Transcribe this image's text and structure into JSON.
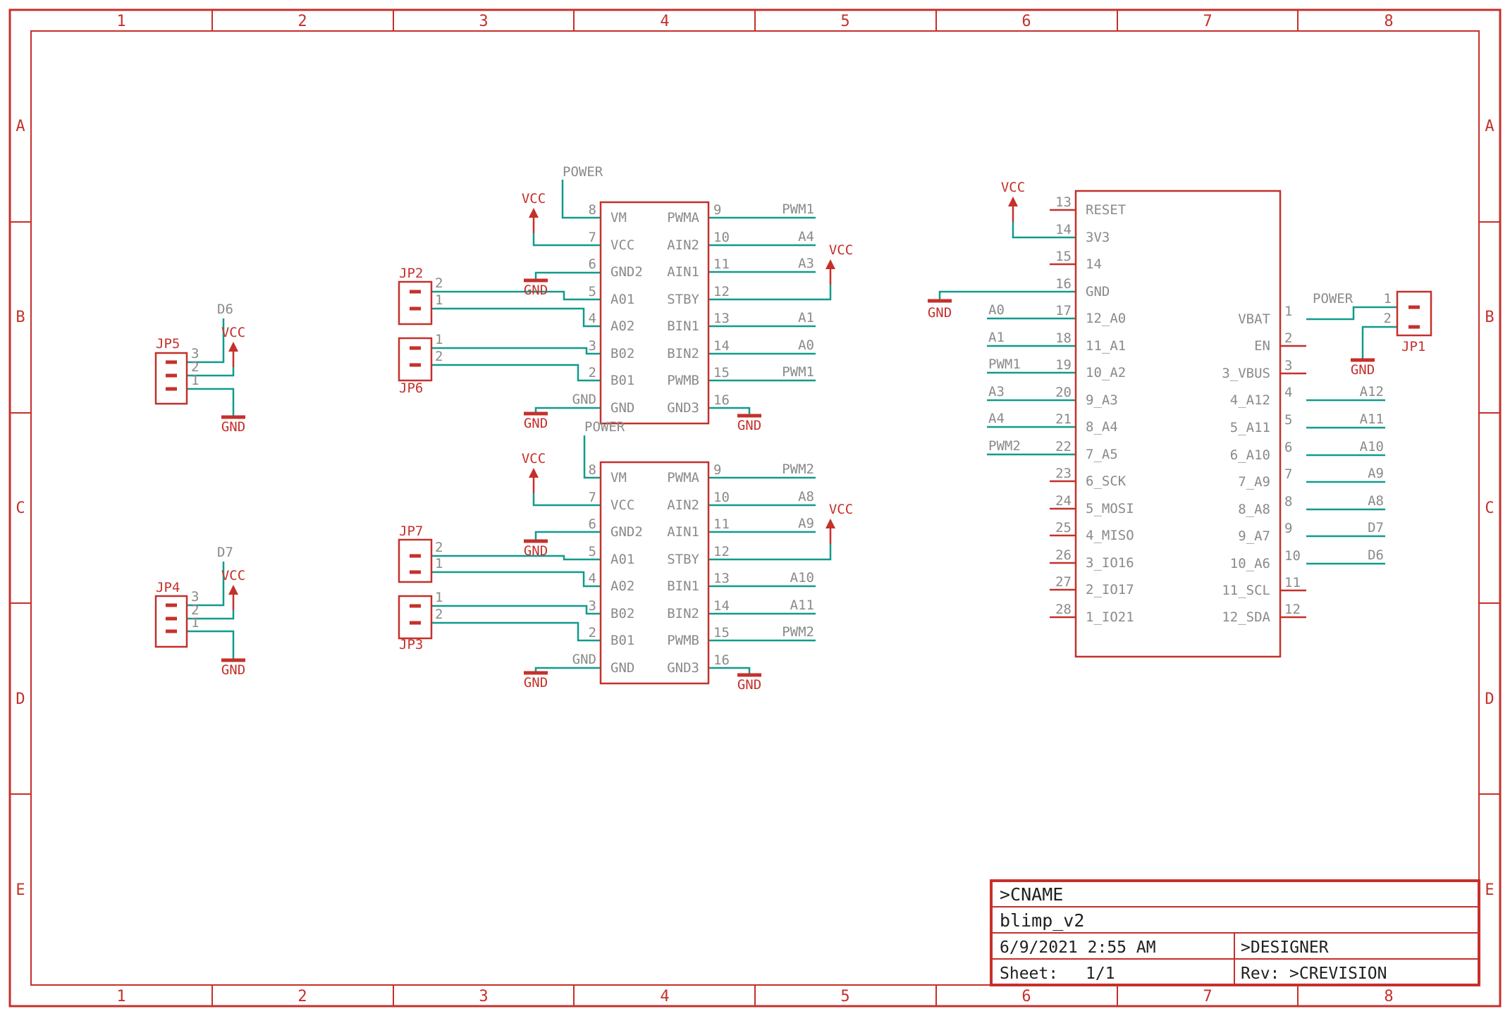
{
  "frame": {
    "columns": [
      "1",
      "2",
      "3",
      "4",
      "5",
      "6",
      "7",
      "8"
    ],
    "rows": [
      "A",
      "B",
      "C",
      "D",
      "E"
    ]
  },
  "supply": {
    "vcc": "VCC",
    "gnd": "GND",
    "power": "POWER"
  },
  "driver1": {
    "left_pins": [
      {
        "number": "8",
        "name": "VM"
      },
      {
        "number": "7",
        "name": "VCC"
      },
      {
        "number": "6",
        "name": "GND2"
      },
      {
        "number": "5",
        "name": "A01"
      },
      {
        "number": "4",
        "name": "A02"
      },
      {
        "number": "3",
        "name": "B02"
      },
      {
        "number": "2",
        "name": "B01"
      },
      {
        "number": "",
        "name": "GND"
      }
    ],
    "gnd_net_label": "GND",
    "right_pins": [
      {
        "number": "9",
        "name": "PWMA",
        "net": "PWM1"
      },
      {
        "number": "10",
        "name": "AIN2",
        "net": "A4"
      },
      {
        "number": "11",
        "name": "AIN1",
        "net": "A3"
      },
      {
        "number": "12",
        "name": "STBY",
        "net": ""
      },
      {
        "number": "13",
        "name": "BIN1",
        "net": "A1"
      },
      {
        "number": "14",
        "name": "BIN2",
        "net": "A0"
      },
      {
        "number": "15",
        "name": "PWMB",
        "net": "PWM1"
      },
      {
        "number": "16",
        "name": "GND3",
        "net": ""
      }
    ]
  },
  "driver2": {
    "left_pins": [
      {
        "number": "8",
        "name": "VM"
      },
      {
        "number": "7",
        "name": "VCC"
      },
      {
        "number": "6",
        "name": "GND2"
      },
      {
        "number": "5",
        "name": "A01"
      },
      {
        "number": "4",
        "name": "A02"
      },
      {
        "number": "3",
        "name": "B02"
      },
      {
        "number": "2",
        "name": "B01"
      },
      {
        "number": "",
        "name": "GND"
      }
    ],
    "gnd_net_label": "GND",
    "right_pins": [
      {
        "number": "9",
        "name": "PWMA",
        "net": "PWM2"
      },
      {
        "number": "10",
        "name": "AIN2",
        "net": "A8"
      },
      {
        "number": "11",
        "name": "AIN1",
        "net": "A9"
      },
      {
        "number": "12",
        "name": "STBY",
        "net": ""
      },
      {
        "number": "13",
        "name": "BIN1",
        "net": "A10"
      },
      {
        "number": "14",
        "name": "BIN2",
        "net": "A11"
      },
      {
        "number": "15",
        "name": "PWMB",
        "net": "PWM2"
      },
      {
        "number": "16",
        "name": "GND3",
        "net": ""
      }
    ]
  },
  "mcu": {
    "left_pins": [
      {
        "number": "13",
        "name": "RESET",
        "net": ""
      },
      {
        "number": "14",
        "name": "3V3",
        "net": ""
      },
      {
        "number": "15",
        "name": "14",
        "net": ""
      },
      {
        "number": "16",
        "name": "GND",
        "net": ""
      },
      {
        "number": "17",
        "name": "12_A0",
        "net": "A0"
      },
      {
        "number": "18",
        "name": "11_A1",
        "net": "A1"
      },
      {
        "number": "19",
        "name": "10_A2",
        "net": "PWM1"
      },
      {
        "number": "20",
        "name": "9_A3",
        "net": "A3"
      },
      {
        "number": "21",
        "name": "8_A4",
        "net": "A4"
      },
      {
        "number": "22",
        "name": "7_A5",
        "net": "PWM2"
      },
      {
        "number": "23",
        "name": "6_SCK",
        "net": ""
      },
      {
        "number": "24",
        "name": "5_MOSI",
        "net": ""
      },
      {
        "number": "25",
        "name": "4_MISO",
        "net": ""
      },
      {
        "number": "26",
        "name": "3_IO16",
        "net": ""
      },
      {
        "number": "27",
        "name": "2_IO17",
        "net": ""
      },
      {
        "number": "28",
        "name": "1_IO21",
        "net": ""
      }
    ],
    "right_pins": [
      {
        "number": "1",
        "name": "VBAT",
        "net": "POWER"
      },
      {
        "number": "2",
        "name": "EN",
        "net": ""
      },
      {
        "number": "3",
        "name": "3_VBUS",
        "net": ""
      },
      {
        "number": "4",
        "name": "4_A12",
        "net": "A12"
      },
      {
        "number": "5",
        "name": "5_A11",
        "net": "A11"
      },
      {
        "number": "6",
        "name": "6_A10",
        "net": "A10"
      },
      {
        "number": "7",
        "name": "7_A9",
        "net": "A9"
      },
      {
        "number": "8",
        "name": "8_A8",
        "net": "A8"
      },
      {
        "number": "9",
        "name": "9_A7",
        "net": "D7"
      },
      {
        "number": "10",
        "name": "10_A6",
        "net": "D6"
      },
      {
        "number": "11",
        "name": "11_SCL",
        "net": ""
      },
      {
        "number": "12",
        "name": "12_SDA",
        "net": ""
      }
    ]
  },
  "connectors": {
    "jp1": {
      "label": "JP1",
      "pins": [
        "1",
        "2"
      ]
    },
    "jp2": {
      "label": "JP2",
      "pins": [
        "2",
        "1"
      ]
    },
    "jp3": {
      "label": "JP3",
      "pins": [
        "1",
        "2"
      ]
    },
    "jp4": {
      "label": "JP4",
      "pins": [
        "3",
        "2",
        "1"
      ],
      "net": "D7"
    },
    "jp5": {
      "label": "JP5",
      "pins": [
        "3",
        "2",
        "1"
      ],
      "net": "D6"
    },
    "jp6": {
      "label": "JP6",
      "pins": [
        "1",
        "2"
      ]
    },
    "jp7": {
      "label": "JP7",
      "pins": [
        "2",
        "1"
      ]
    }
  },
  "title_block": {
    "cname": ">CNAME",
    "project": "blimp_v2",
    "date": "6/9/2021 2:55 AM",
    "designer": ">DESIGNER",
    "sheet_label": "Sheet:",
    "sheet_value": "1/1",
    "rev_label": "Rev:",
    "rev_value": ">CREVISION"
  }
}
